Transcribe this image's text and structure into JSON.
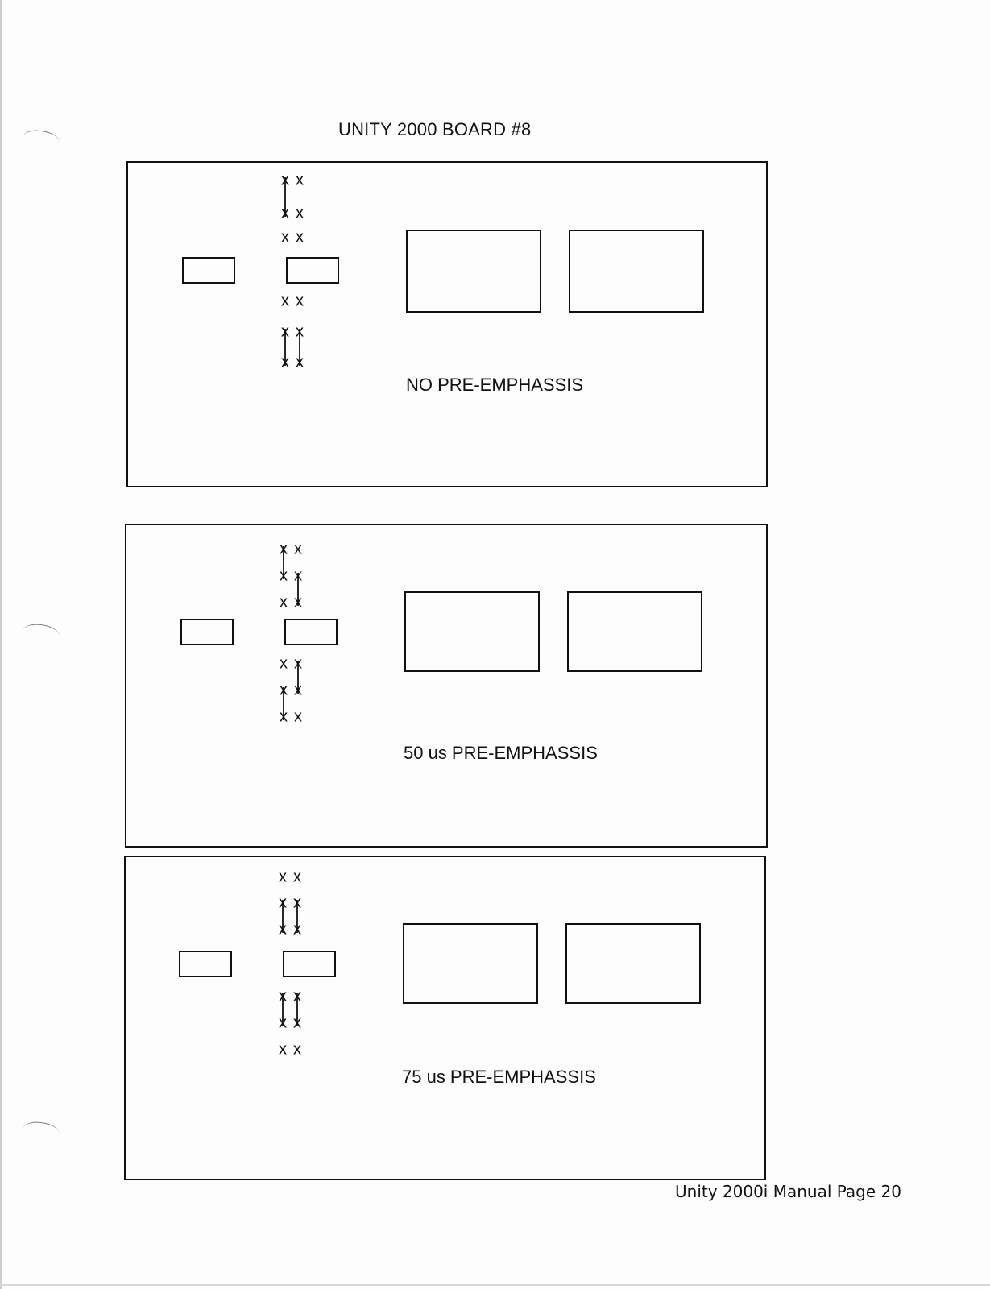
{
  "page": {
    "title": "UNITY 2000 BOARD #8",
    "footer": "Unity 2000i Manual Page 20"
  },
  "panels": [
    {
      "caption": "NO PRE-EMPHASSIS"
    },
    {
      "caption": "50 us PRE-EMPHASSIS"
    },
    {
      "caption": "75 us PRE-EMPHASSIS"
    }
  ],
  "jumper_glyph": "x"
}
